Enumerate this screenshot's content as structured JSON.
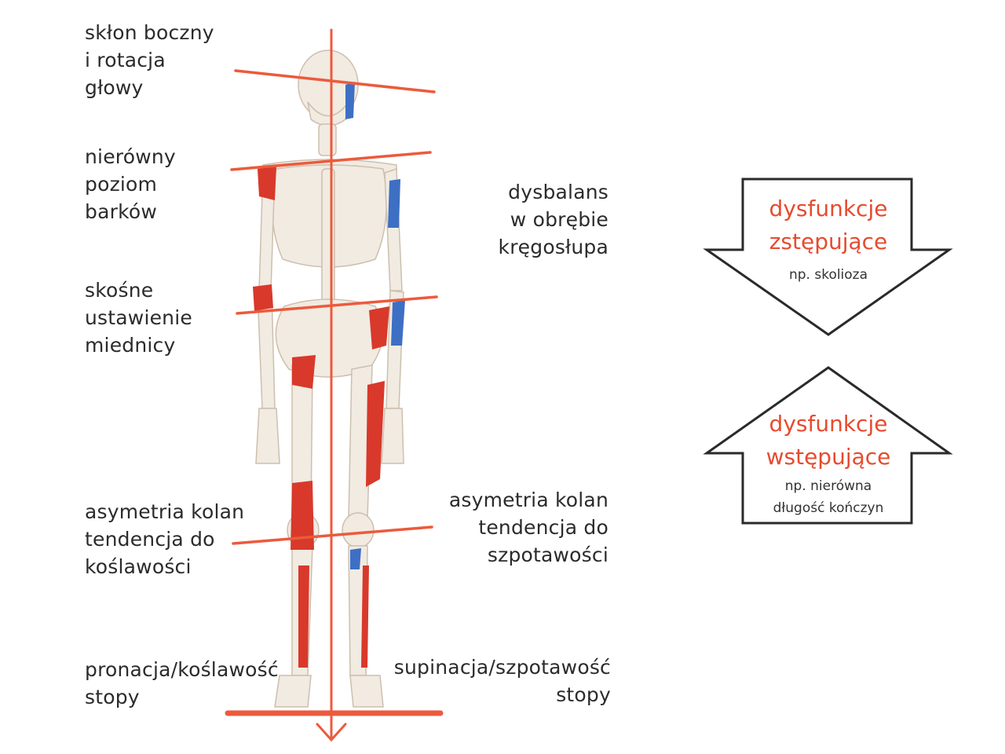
{
  "labels": {
    "head": [
      "skłon boczny",
      "i rotacja",
      "głowy"
    ],
    "shoulders": [
      "nierówny",
      "poziom",
      "barków"
    ],
    "pelvis": [
      "skośne",
      "ustawienie",
      "miednicy"
    ],
    "knee_left": [
      "asymetria kolan",
      "tendencja do",
      "koślawości"
    ],
    "foot_left": [
      "pronacja/koślawość",
      "stopy"
    ],
    "spine": [
      "dysbalans",
      "w obrębie",
      "kręgosłupa"
    ],
    "knee_right": [
      "asymetria kolan",
      "tendencja do",
      "szpotawości"
    ],
    "foot_right": [
      "supinacja/szpotawość",
      "stopy"
    ]
  },
  "arrows": {
    "descending": {
      "title": [
        "dysfunkcje",
        "zstępujące"
      ],
      "note": [
        "np. skolioza"
      ]
    },
    "ascending": {
      "title": [
        "dysfunkcje",
        "wstępujące"
      ],
      "note": [
        "np. nierówna",
        "długość kończyn"
      ]
    }
  },
  "colors": {
    "line": "#ec5a3c",
    "accent": "#e64b2f",
    "muscle_red": "#d8392b",
    "muscle_blue": "#3d6fc4",
    "bone": "#f1ebe2"
  }
}
